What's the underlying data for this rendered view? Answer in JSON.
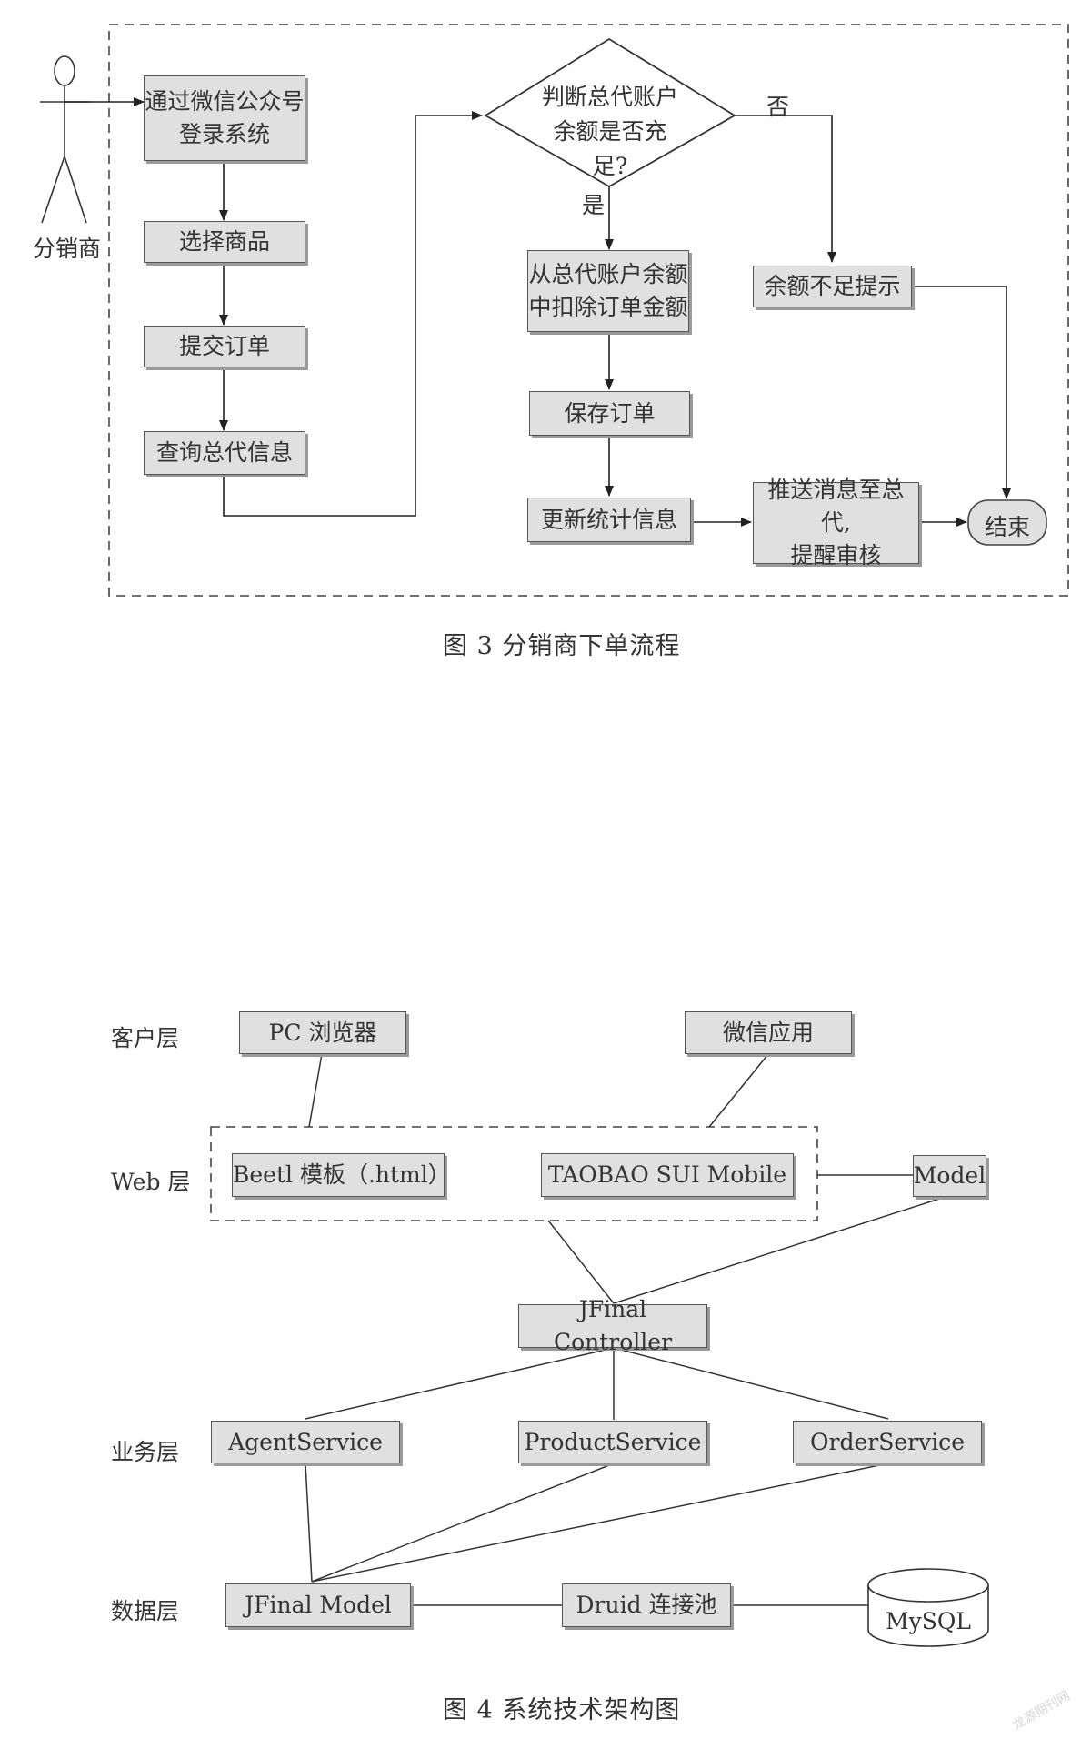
{
  "figure3": {
    "actor_label": "分销商",
    "steps": {
      "login": "通过微信公众号\n登录系统",
      "select": "选择商品",
      "submit": "提交订单",
      "query": "查询总代信息",
      "decision": "判断总代账户\n余额是否充足?",
      "deduct": "从总代账户余额\n中扣除订单金额",
      "save": "保存订单",
      "update": "更新统计信息",
      "push": "推送消息至总代,\n提醒审核",
      "insufficient": "余额不足提示",
      "end": "结束"
    },
    "branch_yes": "是",
    "branch_no": "否",
    "caption": "图 3   分销商下单流程"
  },
  "figure4": {
    "layers": {
      "client": "客户层",
      "web": "Web 层",
      "business": "业务层",
      "data": "数据层"
    },
    "nodes": {
      "pc_browser": "PC 浏览器",
      "wechat_app": "微信应用",
      "beetl": "Beetl 模板（.html）",
      "sui": "TAOBAO SUI Mobile",
      "model": "Model",
      "controller": "JFinal  Controller",
      "agent_service": "AgentService",
      "product_service": "ProductService",
      "order_service": "OrderService",
      "jfinal_model": "JFinal  Model",
      "druid": "Druid 连接池",
      "mysql": "MySQL"
    },
    "caption": "图 4   系统技术架构图"
  },
  "watermark": "龙源期刊网"
}
